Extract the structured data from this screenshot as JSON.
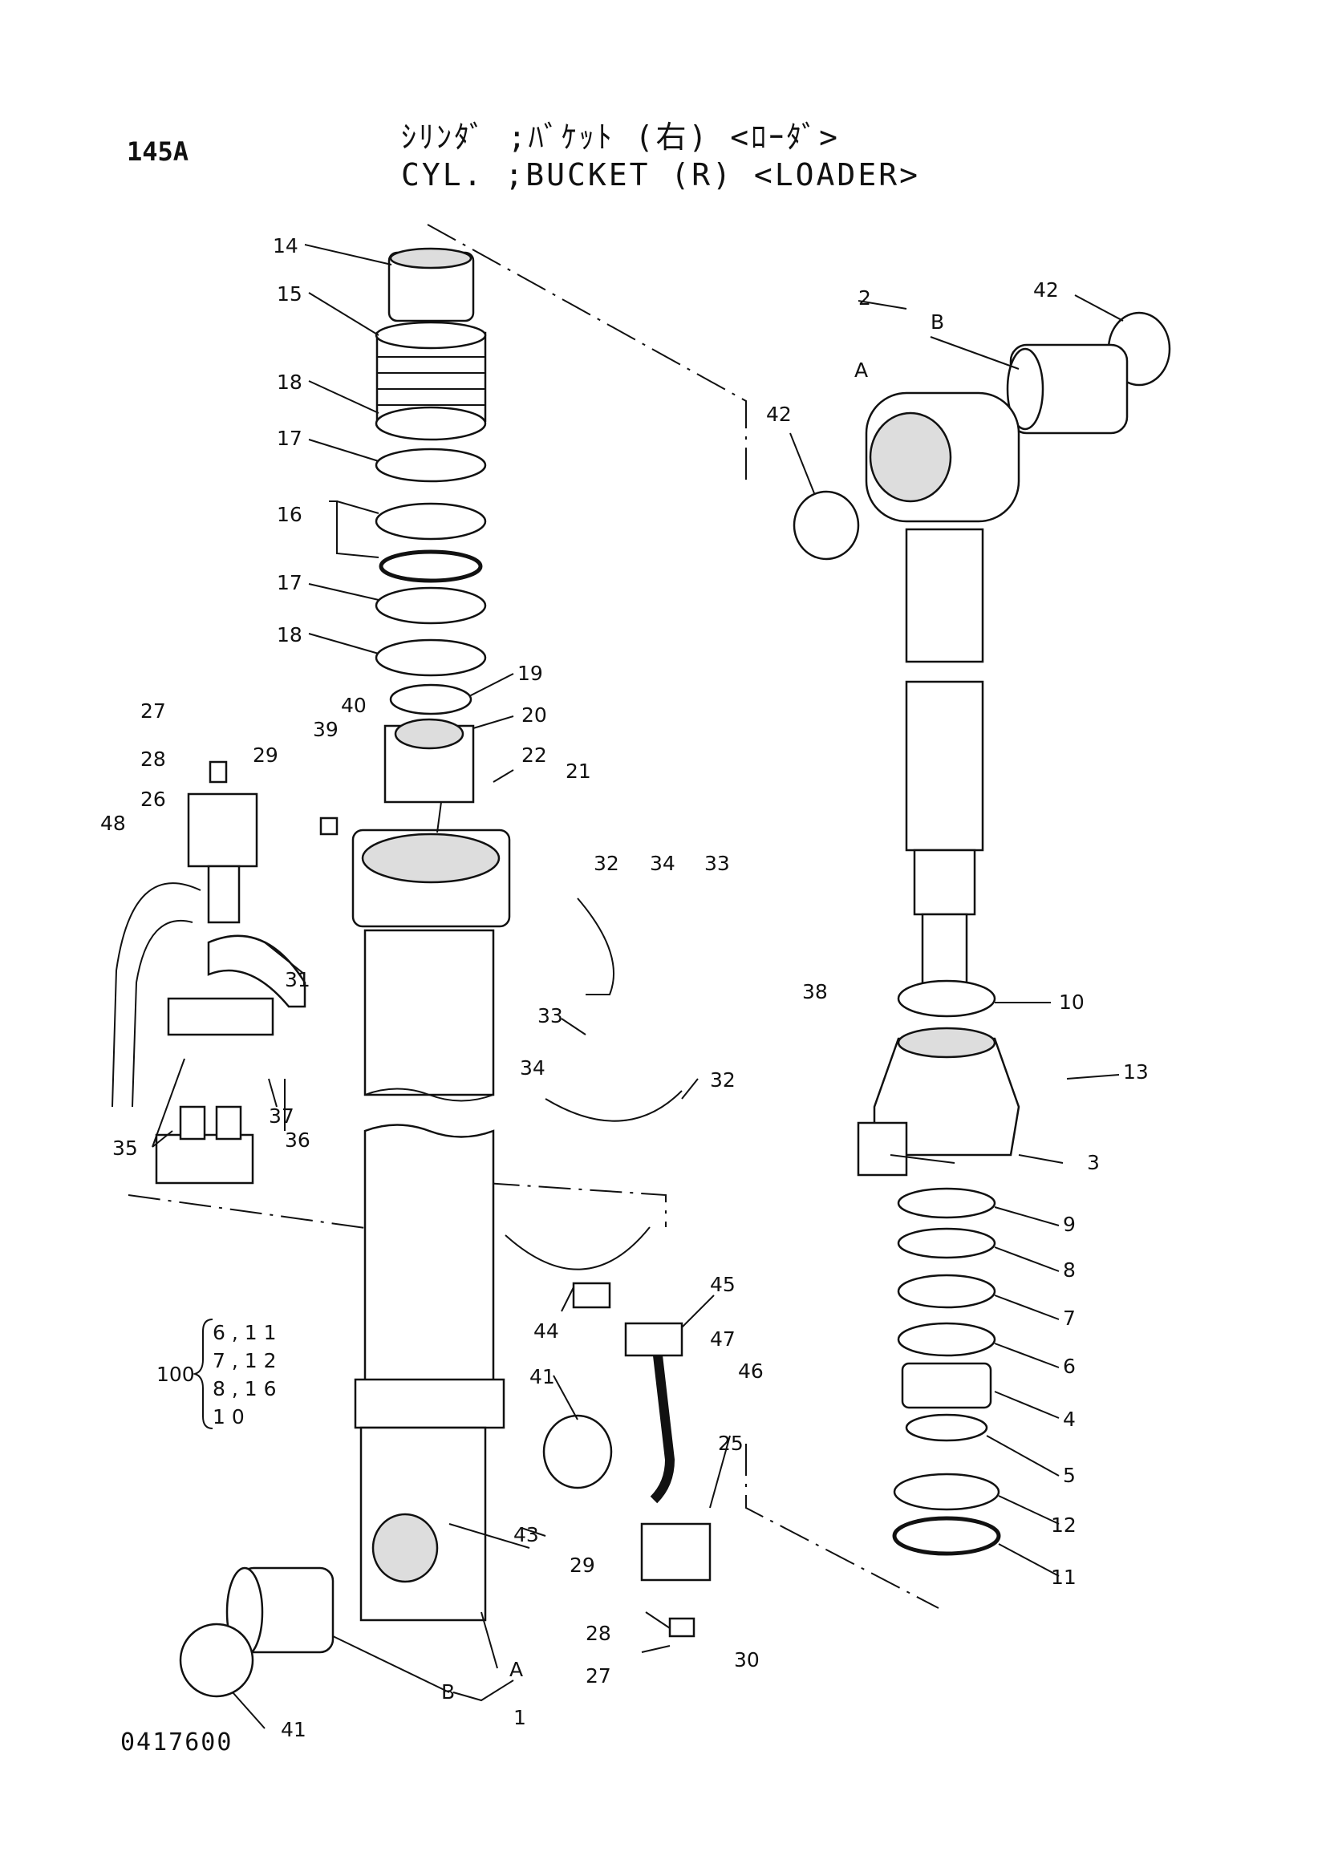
{
  "header": {
    "page_number": "145A",
    "title_jp": "ｼﾘﾝﾀﾞ ;ﾊﾞｹｯﾄ (右) <ﾛｰﾀﾞ>",
    "title_en": "CYL. ;BUCKET (R) <LOADER>"
  },
  "doc_code": "0417600",
  "callouts": {
    "c1": "1",
    "c2": "2",
    "c3": "3",
    "c4": "4",
    "c5": "5",
    "c6": "6",
    "c7": "7",
    "c8": "8",
    "c9": "9",
    "c10": "10",
    "c11": "11",
    "c12": "12",
    "c13": "13",
    "c14": "14",
    "c15": "15",
    "c16": "16",
    "c17a": "17",
    "c17b": "17",
    "c18a": "18",
    "c18b": "18",
    "c19": "19",
    "c20": "20",
    "c21": "21",
    "c22": "22",
    "c25": "25",
    "c26": "26",
    "c27a": "27",
    "c27b": "27",
    "c28a": "28",
    "c28b": "28",
    "c29a": "29",
    "c29b": "29",
    "c30": "30",
    "c31": "31",
    "c32a": "32",
    "c32b": "32",
    "c33a": "33",
    "c33b": "33",
    "c34a": "34",
    "c34b": "34",
    "c35": "35",
    "c36": "36",
    "c37": "37",
    "c38": "38",
    "c39": "39",
    "c40": "40",
    "c41a": "41",
    "c41b": "41",
    "c42a": "42",
    "c42b": "42",
    "c43": "43",
    "c44": "44",
    "c45": "45",
    "c46": "46",
    "c47": "47",
    "c48": "48",
    "a1": "A",
    "b1": "B",
    "a2": "A",
    "b2": "B"
  },
  "kit": {
    "number": "100",
    "rows": [
      "6 , 1 1",
      "7 , 1 2",
      "8 , 1 6",
      "1 0"
    ]
  }
}
